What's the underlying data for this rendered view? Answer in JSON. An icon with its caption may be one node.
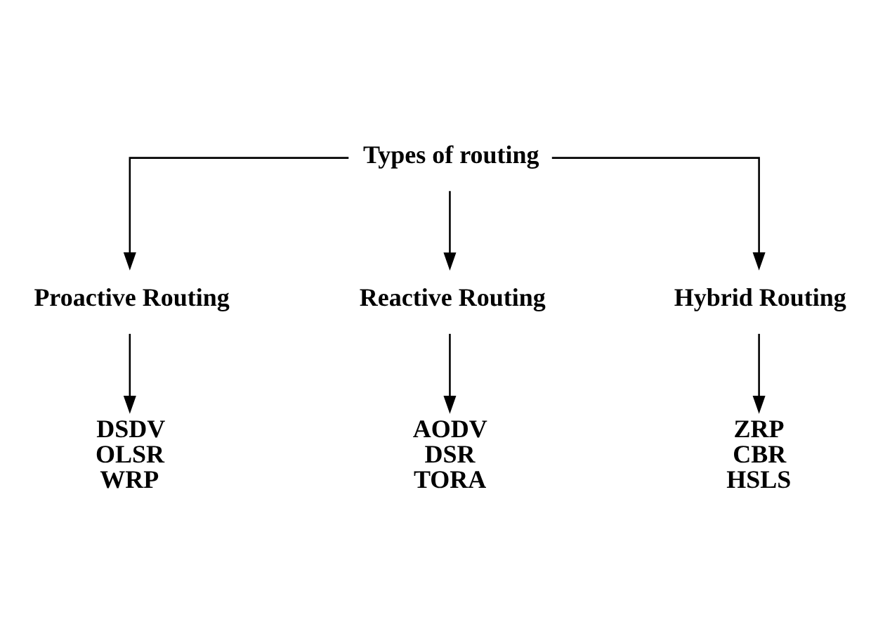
{
  "diagram": {
    "nodes": [
      {
        "text": [
          "Types of routing"
        ]
      },
      {
        "text": [
          "Proactive Routing"
        ]
      },
      {
        "text": [
          "Reactive Routing"
        ]
      },
      {
        "text": [
          "Hybrid Routing"
        ]
      },
      {
        "text": [
          "DSDV",
          "OLSR",
          "WRP"
        ]
      },
      {
        "text": [
          "AODV",
          "DSR",
          "TORA"
        ]
      },
      {
        "text": [
          "ZRP",
          "CBR",
          "HSLS"
        ]
      }
    ],
    "edges": [
      {
        "from": 0,
        "to": 1,
        "arrow": "to"
      },
      {
        "from": 0,
        "to": 2,
        "arrow": "to"
      },
      {
        "from": 0,
        "to": 3,
        "arrow": "to"
      },
      {
        "from": 1,
        "to": 4,
        "arrow": "to"
      },
      {
        "from": 2,
        "to": 5,
        "arrow": "to"
      },
      {
        "from": 3,
        "to": 6,
        "arrow": "to"
      }
    ]
  }
}
